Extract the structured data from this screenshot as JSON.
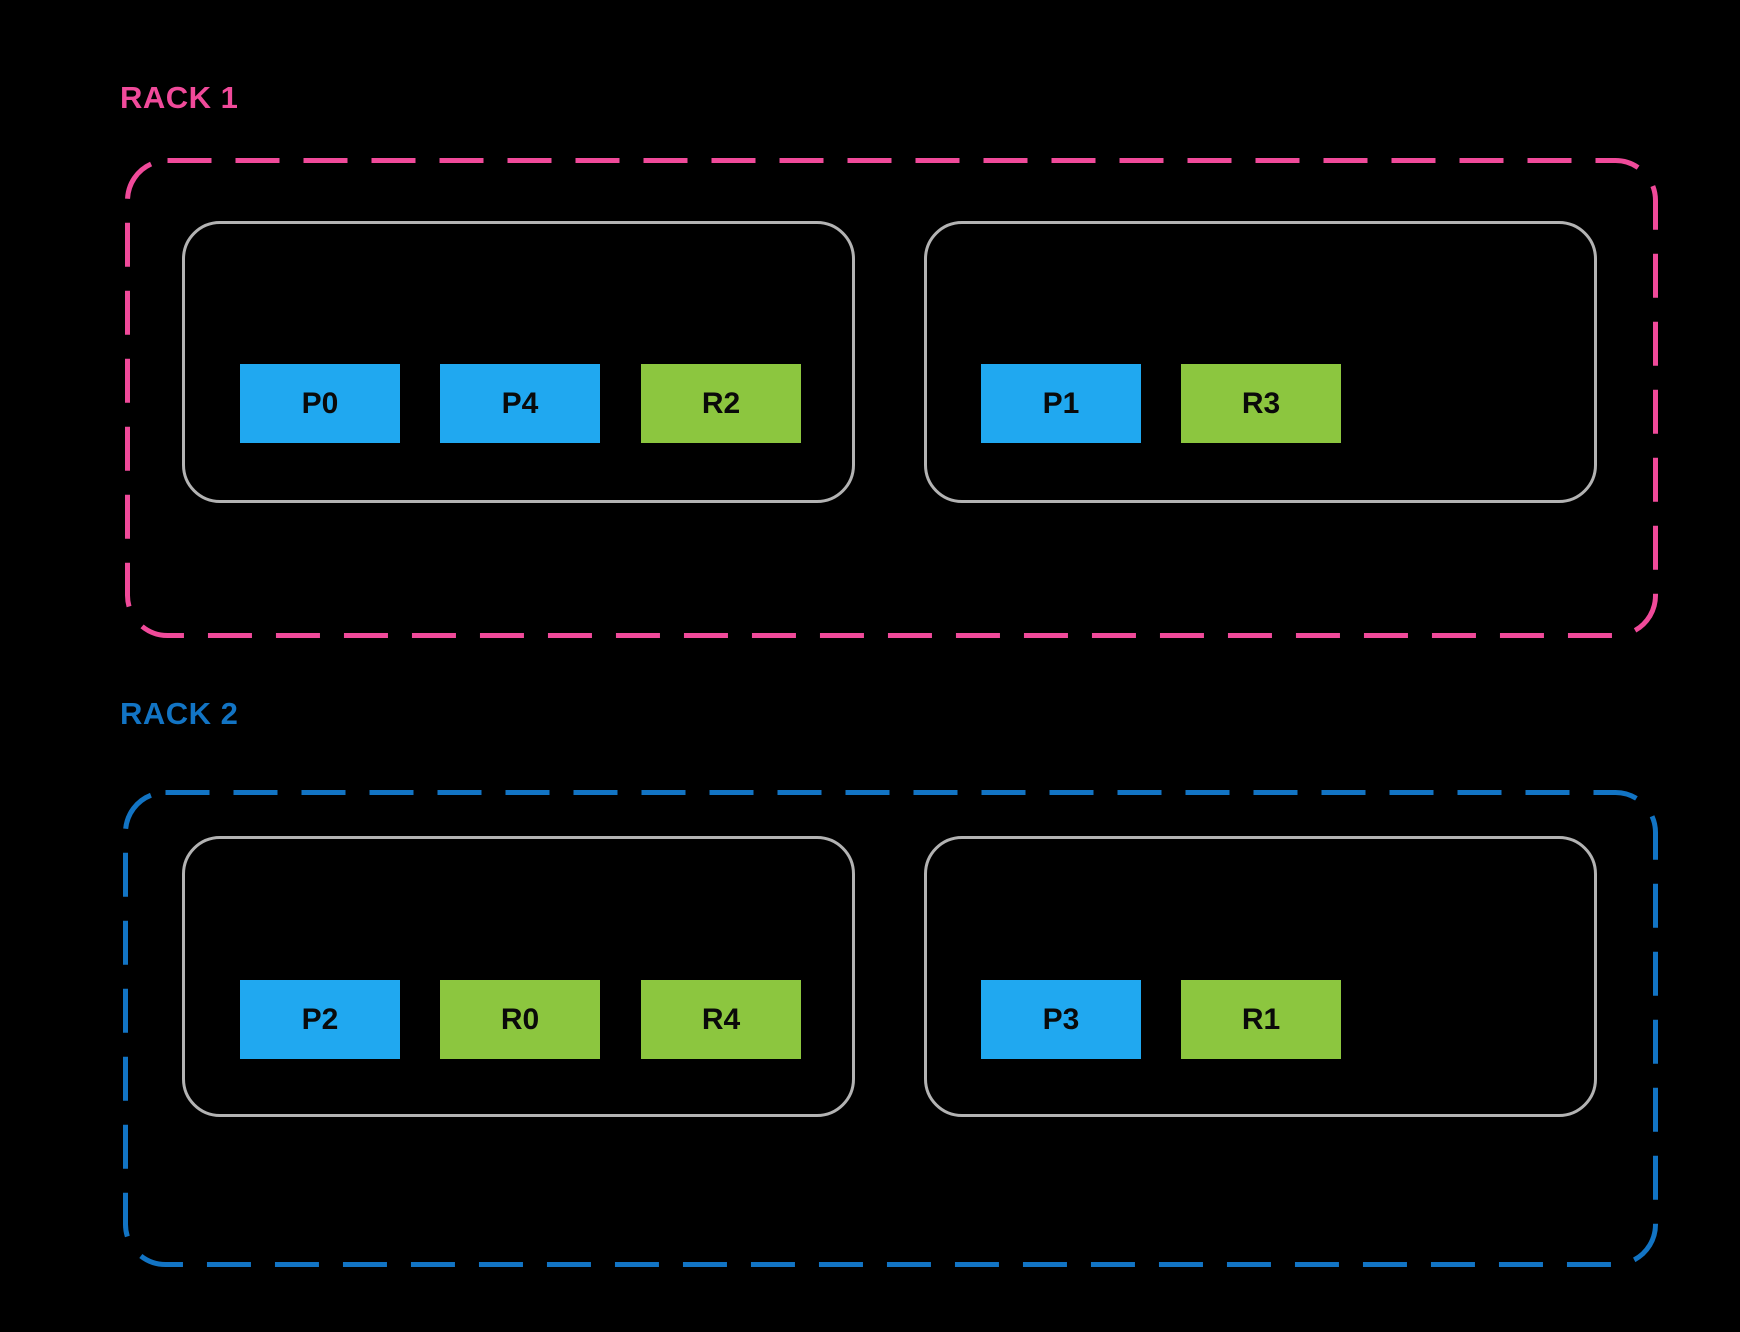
{
  "colors": {
    "background": "#000000",
    "rack1_accent": "#F04A9A",
    "rack2_accent": "#1274C4",
    "node_border": "#B3B3B3",
    "partition_fill": "#20A8F0",
    "replica_fill": "#8CC63F",
    "block_text": "#0a0a0a"
  },
  "racks": [
    {
      "label": "RACK 1",
      "nodes": [
        {
          "blocks": [
            {
              "label": "P0",
              "kind": "partition"
            },
            {
              "label": "P4",
              "kind": "partition"
            },
            {
              "label": "R2",
              "kind": "replica"
            }
          ]
        },
        {
          "blocks": [
            {
              "label": "P1",
              "kind": "partition"
            },
            {
              "label": "R3",
              "kind": "replica"
            }
          ]
        }
      ]
    },
    {
      "label": "RACK 2",
      "nodes": [
        {
          "blocks": [
            {
              "label": "P2",
              "kind": "partition"
            },
            {
              "label": "R0",
              "kind": "replica"
            },
            {
              "label": "R4",
              "kind": "replica"
            }
          ]
        },
        {
          "blocks": [
            {
              "label": "P3",
              "kind": "partition"
            },
            {
              "label": "R1",
              "kind": "replica"
            }
          ]
        }
      ]
    }
  ]
}
